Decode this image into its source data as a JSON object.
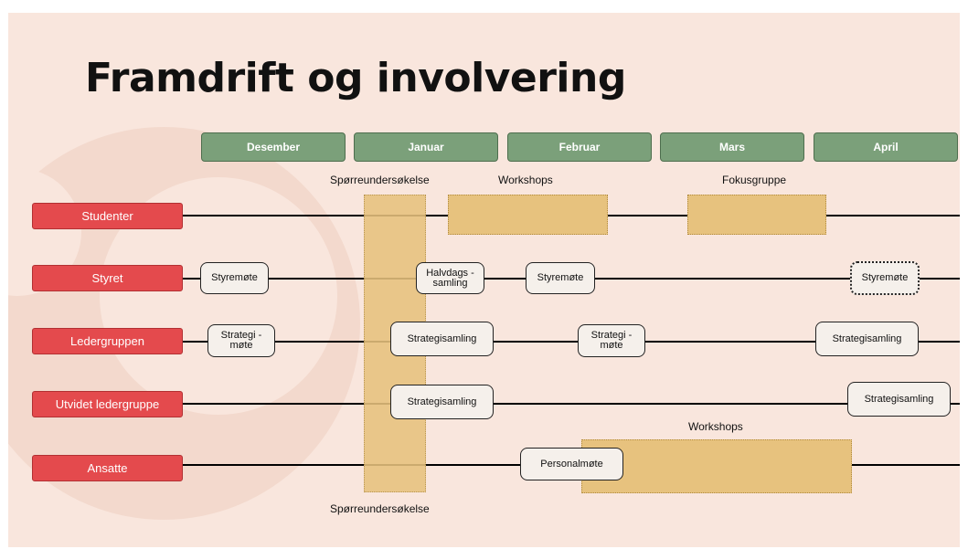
{
  "title": "Framdrift og involvering",
  "months": [
    "Desember",
    "Januar",
    "Februar",
    "Mars",
    "April"
  ],
  "rows": [
    "Studenter",
    "Styret",
    "Ledergruppen",
    "Utvidet ledergruppe",
    "Ansatte"
  ],
  "captions": {
    "survey_top": "Spørreundersøkelse",
    "workshops_top": "Workshops",
    "focus_group": "Fokusgruppe",
    "workshops_bottom": "Workshops",
    "survey_bottom": "Spørreundersøkelse"
  },
  "events": {
    "styret_styremote_1": "Styremøte",
    "styret_halvdag": "Halvdags -\nsamling",
    "styret_styremote_2": "Styremøte",
    "styret_styremote_3": "Styremøte",
    "leder_strategimote_1": "Strategi -\nmøte",
    "leder_strategisamling_1": "Strategisamling",
    "leder_strategimote_2": "Strategi -\nmøte",
    "leder_strategisamling_2": "Strategisamling",
    "utvidet_strategisamling_1": "Strategisamling",
    "utvidet_strategisamling_2": "Strategisamling",
    "ansatte_personalmote": "Personalmøte"
  },
  "colors": {
    "background": "#f9e6dd",
    "month_header": "#7ba07a",
    "row_label": "#e44a4d",
    "band": "#e7c27e"
  }
}
